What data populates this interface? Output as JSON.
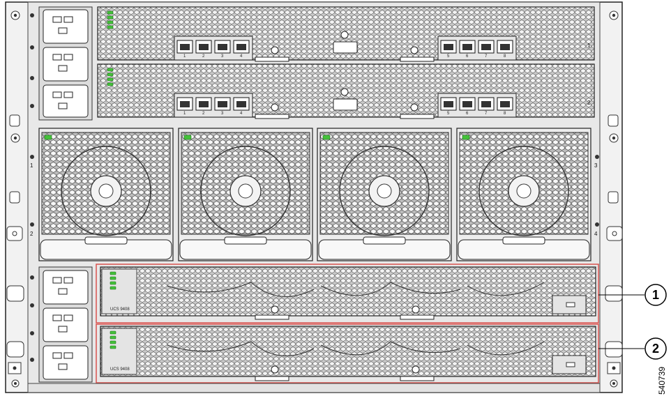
{
  "figure_id": "540739",
  "callouts": [
    {
      "label": "1"
    },
    {
      "label": "2"
    }
  ],
  "fan_bay_numbers": [
    "1",
    "2",
    "3",
    "4"
  ],
  "io_module_numbers": [
    "1",
    "2"
  ],
  "port_numbers_left": [
    "1",
    "2",
    "3",
    "4"
  ],
  "port_numbers_right": [
    "5",
    "6",
    "7",
    "8"
  ],
  "psu_label": "UCS 9408",
  "highlight_color": "#d9534f",
  "led_color": "#44c23a"
}
